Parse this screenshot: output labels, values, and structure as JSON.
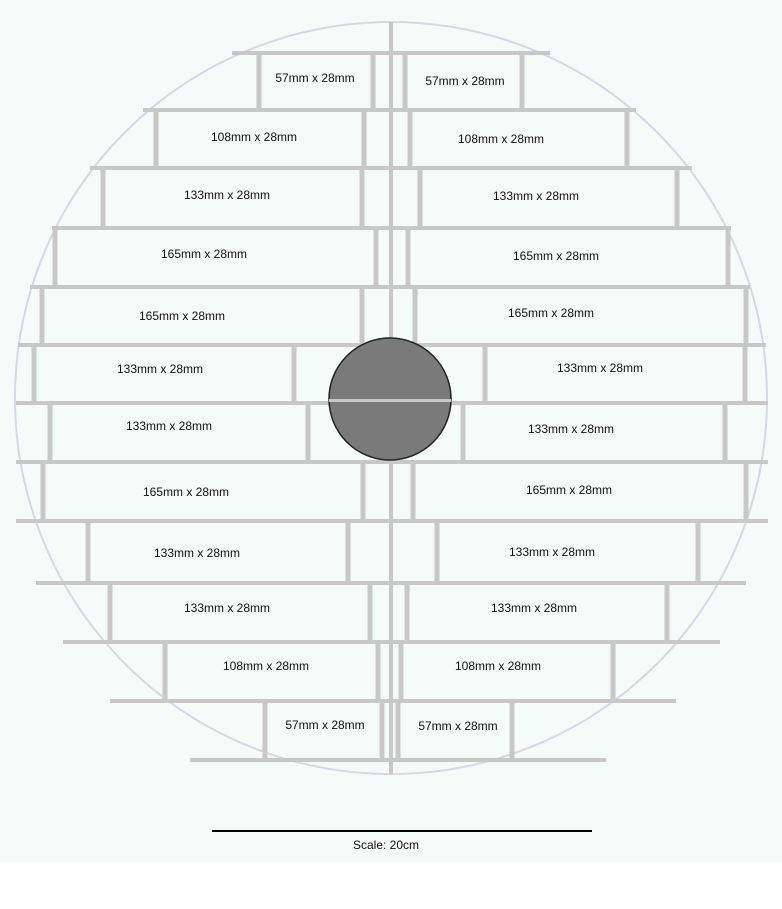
{
  "colors": {
    "background": "#f5fbf9",
    "bar": "#c8c8c8",
    "circle_outline": "#d8d8e4",
    "hub": "#7a7a7a"
  },
  "blocks": {
    "left": [
      "57mm x 28mm",
      "108mm x 28mm",
      "133mm x 28mm",
      "165mm x 28mm",
      "165mm x 28mm",
      "133mm x 28mm",
      "133mm x 28mm",
      "165mm x 28mm",
      "133mm x 28mm",
      "133mm x 28mm",
      "108mm x 28mm",
      "57mm x 28mm"
    ],
    "right": [
      "57mm x 28mm",
      "108mm x 28mm",
      "133mm x 28mm",
      "165mm x 28mm",
      "165mm x 28mm",
      "133mm x 28mm",
      "133mm x 28mm",
      "165mm x 28mm",
      "133mm x 28mm",
      "133mm x 28mm",
      "108mm x 28mm",
      "57mm x 28mm"
    ]
  },
  "scale": {
    "label": "Scale: 20cm"
  }
}
